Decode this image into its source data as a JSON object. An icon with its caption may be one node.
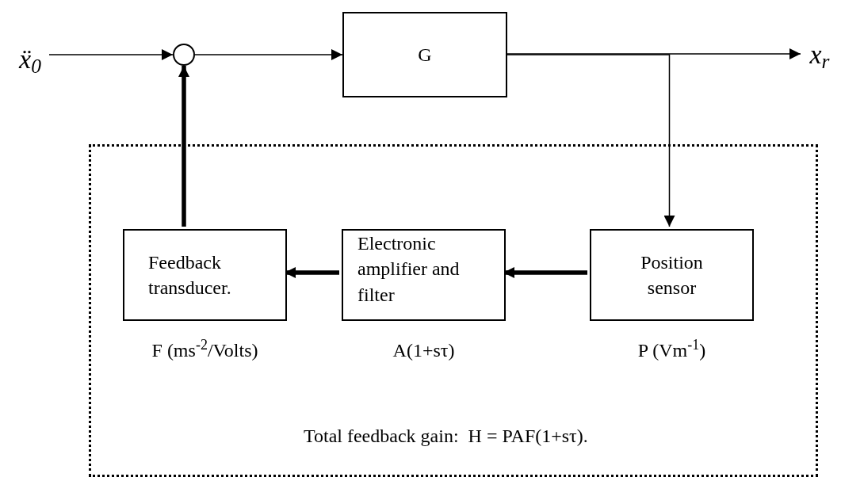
{
  "diagram": {
    "nodes": [
      {
        "text": [
          "ẍ$_{0}$"
        ]
      },
      {
        "text": [],
        "shape": "circle"
      },
      {
        "text": [
          "G"
        ]
      },
      {
        "text": [
          "x$_{r}$"
        ]
      },
      {
        "text": [
          "Total feedback gain:  H = PAF(1+sτ)."
        ]
      },
      {
        "text": [
          "Feedback transducer."
        ],
        "in": 4,
        "beside": [
          "F (ms$^{-2}$/Volts)"
        ]
      },
      {
        "text": [
          "Electronic amplifier and filter"
        ],
        "in": 4,
        "beside": [
          "A(1+sτ)"
        ]
      },
      {
        "text": [
          "Position sensor"
        ],
        "in": 4,
        "beside": [
          "P (Vm$^{-1}$)"
        ]
      }
    ],
    "edges": [
      {
        "from": 0,
        "to": 1,
        "arrow": "to"
      },
      {
        "from": 1,
        "to": 2,
        "arrow": "to"
      },
      {
        "from": 2,
        "to": 3,
        "arrow": "to"
      },
      {
        "from": 2,
        "to": 7,
        "arrow": "to"
      },
      {
        "from": 7,
        "to": 6,
        "arrow": "to",
        "style": "thick"
      },
      {
        "from": 6,
        "to": 5,
        "arrow": "to",
        "style": "thick"
      },
      {
        "from": 5,
        "to": 1,
        "arrow": "to",
        "style": "thick"
      }
    ]
  }
}
